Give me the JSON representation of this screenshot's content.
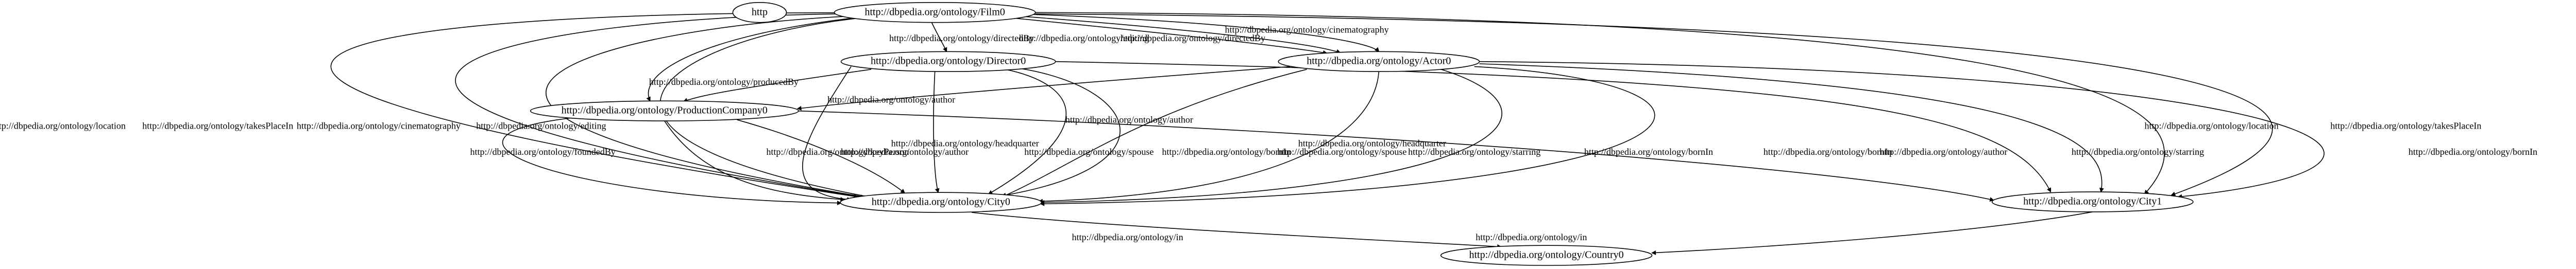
{
  "nodes": {
    "http": "http",
    "film": "http://dbpedia.org/ontology/Film0",
    "director": "http://dbpedia.org/ontology/Director0",
    "actor": "http://dbpedia.org/ontology/Actor0",
    "prodco": "http://dbpedia.org/ontology/ProductionCompany0",
    "city0": "http://dbpedia.org/ontology/City0",
    "city1": "http://dbpedia.org/ontology/City1",
    "country": "http://dbpedia.org/ontology/Country0"
  },
  "edges": [
    {
      "from": "film",
      "to": "director",
      "label": "http://dbpedia.org/ontology/directedBy"
    },
    {
      "from": "film",
      "to": "actor",
      "label": "http://dbpedia.org/ontology/editing"
    },
    {
      "from": "film",
      "to": "actor",
      "label": "http://dbpedia.org/ontology/directedBy"
    },
    {
      "from": "film",
      "to": "actor",
      "label": "http://dbpedia.org/ontology/cinematography"
    },
    {
      "from": "film",
      "to": "prodco",
      "label": "http://dbpedia.org/ontology/producedBy"
    },
    {
      "from": "film",
      "to": "city0",
      "label": "http://dbpedia.org/ontology/location"
    },
    {
      "from": "film",
      "to": "city0",
      "label": "http://dbpedia.org/ontology/takesPlaceIn"
    },
    {
      "from": "film",
      "to": "city0",
      "label": "http://dbpedia.org/ontology/cinematography"
    },
    {
      "from": "film",
      "to": "city0",
      "label": "http://dbpedia.org/ontology/editing"
    },
    {
      "from": "film",
      "to": "city1",
      "label": "http://dbpedia.org/ontology/location"
    },
    {
      "from": "film",
      "to": "city1",
      "label": "http://dbpedia.org/ontology/takesPlaceIn"
    },
    {
      "from": "director",
      "to": "prodco",
      "label": "http://dbpedia.org/ontology/author"
    },
    {
      "from": "director",
      "to": "city0",
      "label": "http://dbpedia.org/ontology/author"
    },
    {
      "from": "director",
      "to": "city0",
      "label": "http://dbpedia.org/ontology/spouse"
    },
    {
      "from": "director",
      "to": "city0",
      "label": "http://dbpedia.org/ontology/author"
    },
    {
      "from": "director",
      "to": "city0",
      "label": "http://dbpedia.org/ontology/bornIn"
    },
    {
      "from": "director",
      "to": "city1",
      "label": "http://dbpedia.org/ontology/bornIn"
    },
    {
      "from": "actor",
      "to": "prodco",
      "label": ""
    },
    {
      "from": "actor",
      "to": "city0",
      "label": "http://dbpedia.org/ontology/spouse"
    },
    {
      "from": "actor",
      "to": "city0",
      "label": "http://dbpedia.org/ontology/starring"
    },
    {
      "from": "actor",
      "to": "city0",
      "label": "http://dbpedia.org/ontology/bornIn"
    },
    {
      "from": "actor",
      "to": "city0",
      "label": "http://dbpedia.org/ontology/author"
    },
    {
      "from": "actor",
      "to": "city1",
      "label": "http://dbpedia.org/ontology/starring"
    },
    {
      "from": "actor",
      "to": "city1",
      "label": "http://dbpedia.org/ontology/bornIn"
    },
    {
      "from": "prodco",
      "to": "city0",
      "label": "http://dbpedia.org/ontology/foundedBy"
    },
    {
      "from": "prodco",
      "to": "city0",
      "label": "http://dbpedia.org/ontology/keyPerson"
    },
    {
      "from": "prodco",
      "to": "city0",
      "label": "http://dbpedia.org/ontology/headquarter"
    },
    {
      "from": "prodco",
      "to": "city1",
      "label": "http://dbpedia.org/ontology/headquarter"
    },
    {
      "from": "city0",
      "to": "country",
      "label": "http://dbpedia.org/ontology/in"
    },
    {
      "from": "city1",
      "to": "country",
      "label": "http://dbpedia.org/ontology/in"
    }
  ]
}
